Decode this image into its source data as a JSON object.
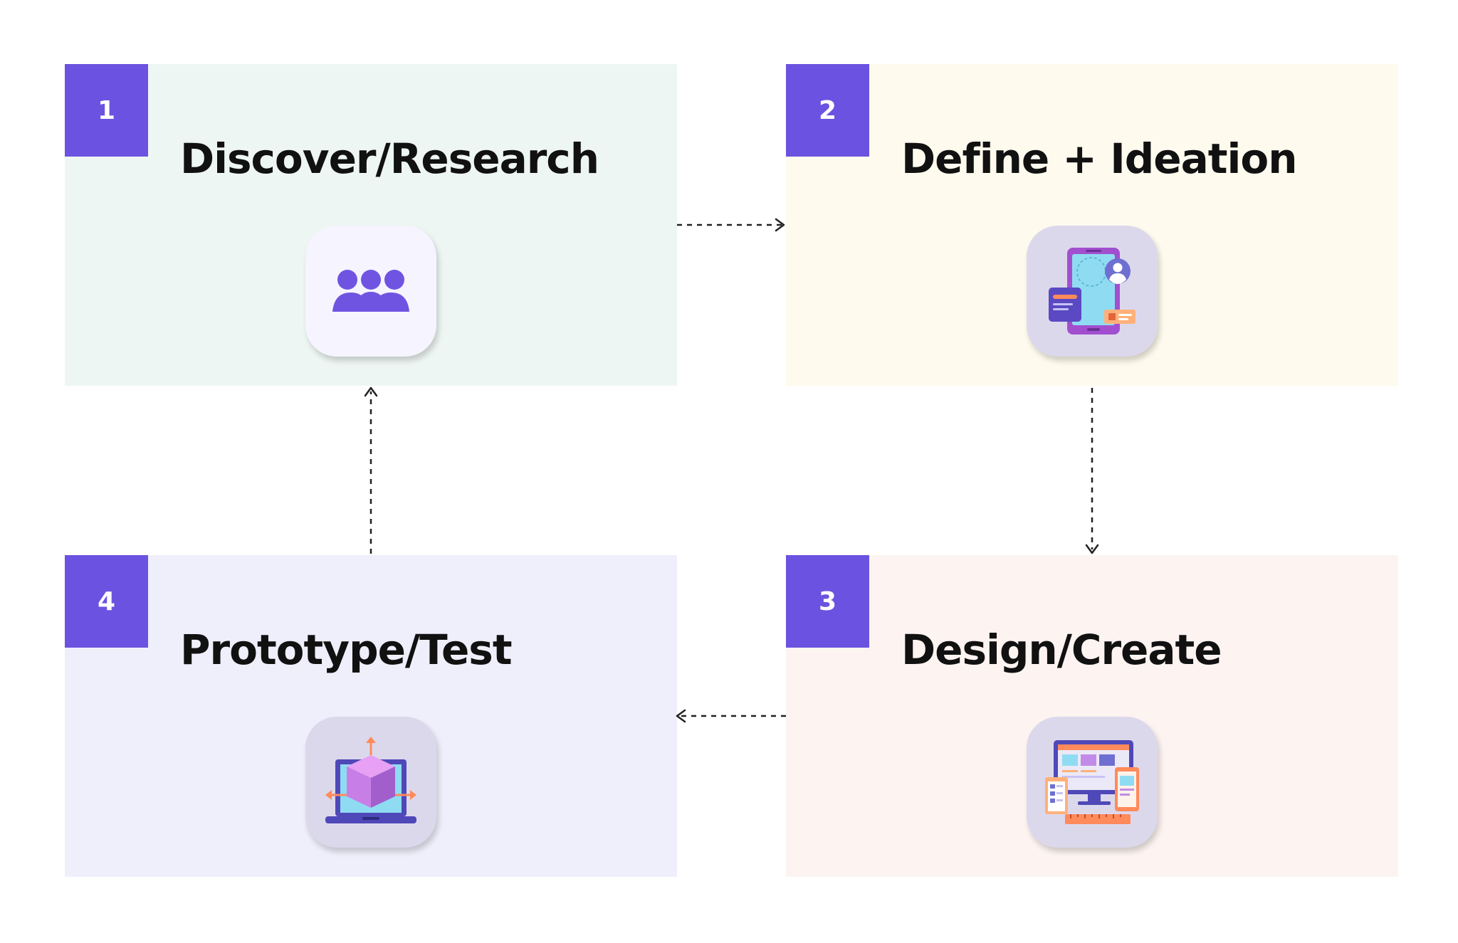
{
  "steps": [
    {
      "number": "1",
      "title": "Discover/Research",
      "icon": "users-group-icon",
      "background": "#eef6f3",
      "tile_color": "#f6f4fe"
    },
    {
      "number": "2",
      "title": "Define + Ideation",
      "icon": "mobile-ideation-icon",
      "background": "#fefaee",
      "tile_color": "#dcd8ec"
    },
    {
      "number": "3",
      "title": "Design/Create",
      "icon": "multi-device-design-icon",
      "background": "#fdf4f1",
      "tile_color": "#dcd8ec"
    },
    {
      "number": "4",
      "title": "Prototype/Test",
      "icon": "laptop-cube-prototype-icon",
      "background": "#efeffb",
      "tile_color": "#dcd8ec"
    }
  ],
  "colors": {
    "badge": "#6c52e0",
    "title_text": "#111111",
    "connector": "#222222"
  }
}
